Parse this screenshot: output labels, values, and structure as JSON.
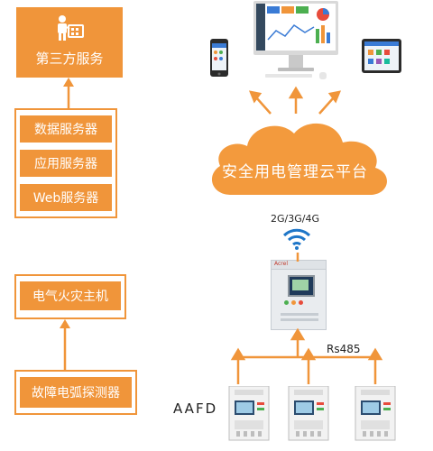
{
  "colors": {
    "accent": "#f0953a",
    "accent_dark": "#e07f23",
    "cloud": "#f39a3d",
    "wifi": "#1e76c8"
  },
  "left_column": {
    "third_party_service": {
      "label": "第三方服务",
      "icon": "service-person-icon"
    },
    "servers": [
      {
        "label": "数据服务器"
      },
      {
        "label": "应用服务器"
      },
      {
        "label": "Web服务器"
      }
    ],
    "host": {
      "label": "电气火灾主机"
    },
    "detector": {
      "label": "故障电弧探测器"
    }
  },
  "right_column": {
    "cloud_platform": {
      "label": "安全用电管理云平台"
    },
    "network_label": "2G/3G/4G",
    "bus_label": "Rs485",
    "device_label": "AAFD",
    "devices": [
      "phone",
      "desktop-monitor",
      "tablet"
    ],
    "controller_brand": "Acrel"
  }
}
